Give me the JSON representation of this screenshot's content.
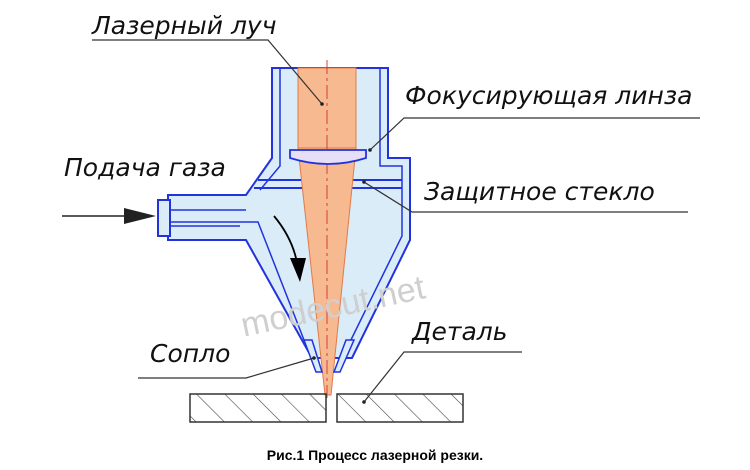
{
  "diagram": {
    "labels": {
      "laser_beam": "Лазерный луч",
      "focusing_lens": "Фокусирующая линза",
      "gas_feed": "Подача газа",
      "protective_glass": "Защитное стекло",
      "nozzle": "Сопло",
      "workpiece": "Деталь"
    },
    "watermark": "modecut.net",
    "caption": "Рис.1 Процесс лазерной резки.",
    "colors": {
      "outline": "#2233dd",
      "body_fill": "#d9ecf7",
      "beam_fill": "#f7b98f",
      "beam_axis": "#d04040",
      "hatch": "#444444",
      "leader": "#333333"
    }
  }
}
